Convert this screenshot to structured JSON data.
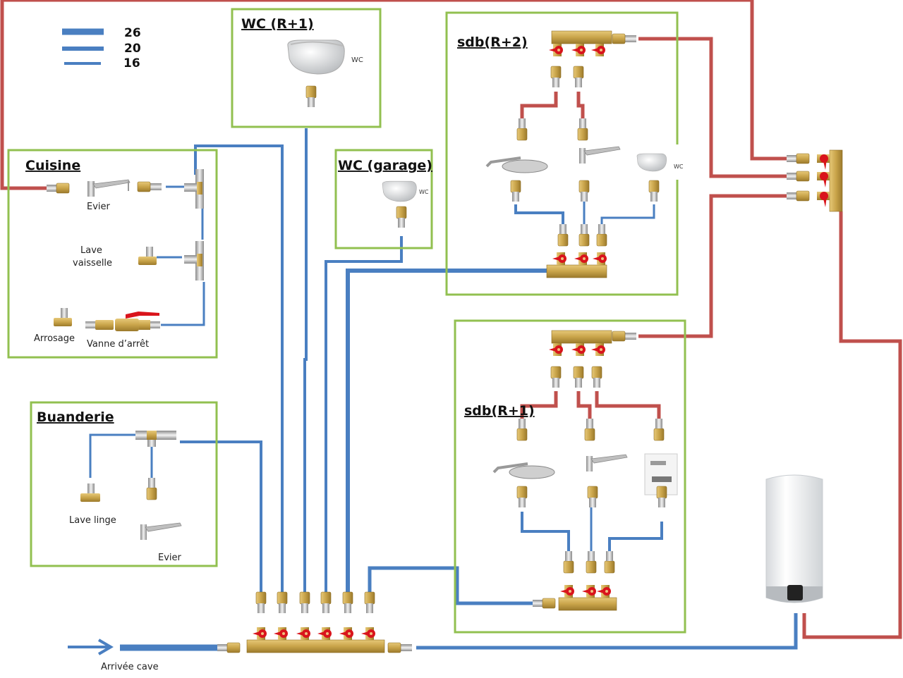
{
  "colors": {
    "cold_water": "#4a7fc1",
    "hot_water": "#c0504d",
    "room_border": "#92c050",
    "brass": "#c9a44a",
    "valve_handle": "#d9141c",
    "chrome": "#c8c8c8"
  },
  "legend": {
    "items": [
      {
        "diameter": "26"
      },
      {
        "diameter": "20"
      },
      {
        "diameter": "16"
      }
    ]
  },
  "rooms": {
    "cuisine": {
      "title": "Cuisine",
      "labels": {
        "evier": "Evier",
        "lave_vaisselle_1": "Lave",
        "lave_vaisselle_2": "vaisselle",
        "arrosage": "Arrosage",
        "vanne": "Vanne d’arrêt"
      }
    },
    "wc_r1": {
      "title": "WC (R+1)",
      "fixture_label": "WC"
    },
    "wc_garage": {
      "title": "WC (garage)",
      "fixture_label": "WC"
    },
    "sdb_r2": {
      "title": "sdb(R+2)",
      "fixture_label": "WC"
    },
    "sdb_r1": {
      "title": "sdb(R+1)"
    },
    "buanderie": {
      "title": "Buanderie",
      "labels": {
        "lave_linge": "Lave linge",
        "evier": "Evier"
      }
    }
  },
  "main_manifold": {
    "outputs": 6
  },
  "hot_manifold": {
    "outputs": 3
  },
  "inlet": {
    "label": "Arrivée cave"
  }
}
